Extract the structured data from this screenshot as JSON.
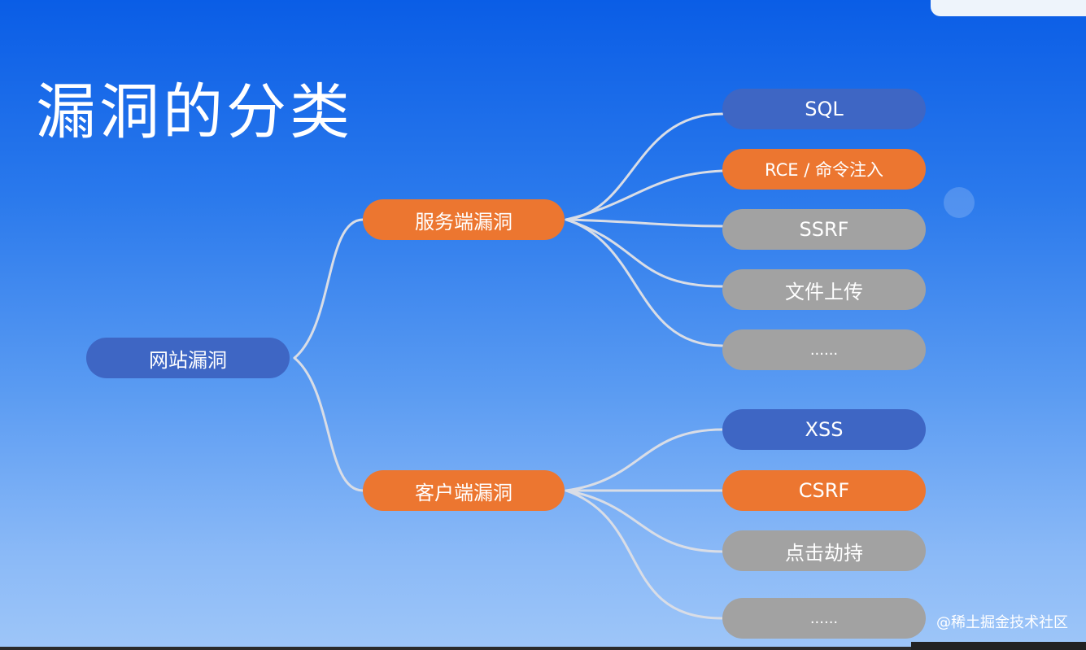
{
  "title": "漏洞的分类",
  "root": {
    "label": "网站漏洞"
  },
  "branches": [
    {
      "label": "服务端漏洞",
      "children": [
        {
          "label": "SQL",
          "color": "#3e66c4"
        },
        {
          "label": "RCE / 命令注入",
          "color": "#ec7630"
        },
        {
          "label": "SSRF",
          "color": "#a2a2a2"
        },
        {
          "label": "文件上传",
          "color": "#a2a2a2"
        },
        {
          "label": "......",
          "color": "#a2a2a2"
        }
      ]
    },
    {
      "label": "客户端漏洞",
      "children": [
        {
          "label": "XSS",
          "color": "#3e66c4"
        },
        {
          "label": "CSRF",
          "color": "#ec7630"
        },
        {
          "label": "点击劫持",
          "color": "#a2a2a2"
        },
        {
          "label": "......",
          "color": "#a2a2a2"
        }
      ]
    }
  ],
  "watermark": "@稀土掘金技术社区",
  "colors": {
    "blue": "#3e66c4",
    "orange": "#ec7630",
    "gray": "#a2a2a2",
    "line": "#d9dde6"
  }
}
